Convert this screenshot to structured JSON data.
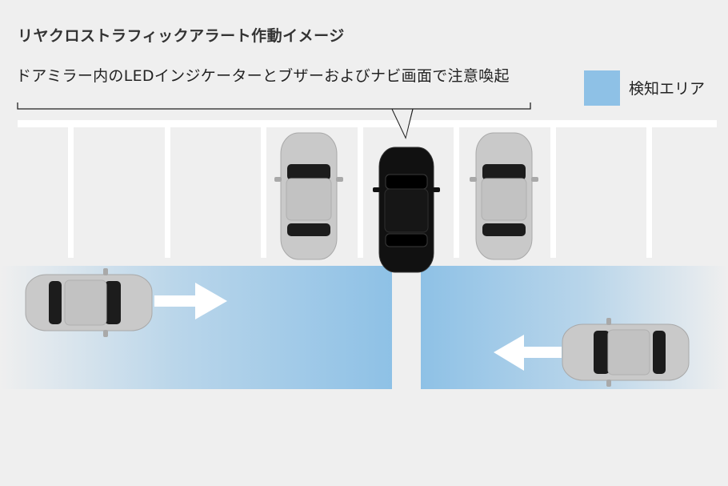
{
  "title": "リヤクロストラフィックアラート作動イメージ",
  "callout": "ドアミラー内のLEDインジケーターとブザーおよびナビ画面で注意喚起",
  "legend": {
    "label": "検知エリア",
    "color": "#8ec1e6"
  },
  "colors": {
    "background": "#efefef",
    "parking_line": "#ffffff",
    "detection_area": "#8ec1e6",
    "parked_car": "#c9c9c9",
    "own_car": "#111111",
    "arrow": "#ffffff"
  }
}
